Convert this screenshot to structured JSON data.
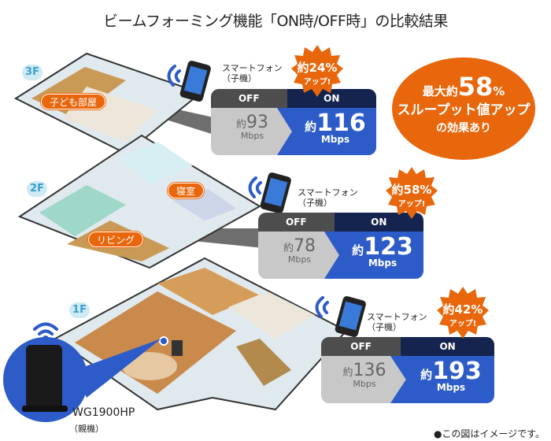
{
  "title": "ビームフォーミング機能「ON時/OFF時」の比較結果",
  "floors": [
    {
      "label": "3F",
      "rooms": [
        "子ども部屋"
      ],
      "device": "スマートフォン",
      "device_sub": "（子機）",
      "badge_main": "約24%",
      "badge_sub": "アップ!",
      "off_label": "OFF",
      "on_label": "ON",
      "prefix": "約",
      "off_value": "93",
      "on_value": "116",
      "unit": "Mbps"
    },
    {
      "label": "2F",
      "rooms": [
        "寝室",
        "リビング"
      ],
      "device": "スマートフォン",
      "device_sub": "（子機）",
      "badge_main": "約58%",
      "badge_sub": "アップ!",
      "off_label": "OFF",
      "on_label": "ON",
      "prefix": "約",
      "off_value": "78",
      "on_value": "123",
      "unit": "Mbps"
    },
    {
      "label": "1F",
      "rooms": [],
      "device": "スマートフォン",
      "device_sub": "（子機）",
      "badge_main": "約42%",
      "badge_sub": "アップ!",
      "off_label": "OFF",
      "on_label": "ON",
      "prefix": "約",
      "off_value": "136",
      "on_value": "193",
      "unit": "Mbps"
    }
  ],
  "highlight": {
    "line1_prefix": "最大約",
    "line1_value": "58",
    "line1_unit": "%",
    "line2": "スループット値アップ",
    "line3": "の効果あり"
  },
  "router": {
    "name": "WG1900HP",
    "sub": "（親機）"
  },
  "footnote": "●この図はイメージです。",
  "colors": {
    "orange": "#e8670c",
    "on_blue": "#2d5cc8",
    "on_header": "#14244f",
    "off_header": "#4d4d4d",
    "off_body": "#c8c8c8"
  }
}
